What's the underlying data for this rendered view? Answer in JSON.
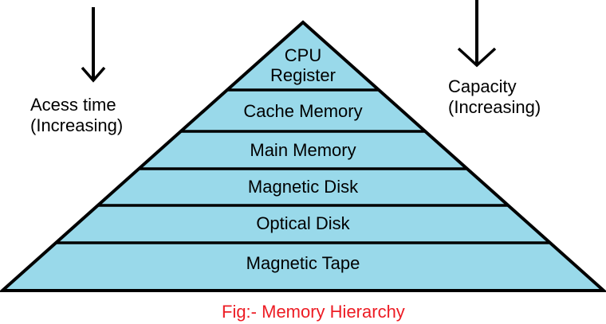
{
  "pyramid": {
    "layers": [
      {
        "label": "CPU Register"
      },
      {
        "label": "Cache Memory"
      },
      {
        "label": "Main Memory"
      },
      {
        "label": "Magnetic Disk"
      },
      {
        "label": "Optical Disk"
      },
      {
        "label": "Magnetic Tape"
      }
    ]
  },
  "left_annotation": {
    "line1": "Acess time",
    "line2": "(Increasing)",
    "icon": "down-arrow"
  },
  "right_annotation": {
    "line1": "Capacity",
    "line2": "(Increasing)",
    "icon": "down-arrow"
  },
  "caption": {
    "text": "Fig:- Memory Hierarchy"
  },
  "colors": {
    "pyramid_fill": "#99D9EA",
    "outline": "#000000",
    "caption": "#ED1C24",
    "text": "#000000"
  }
}
